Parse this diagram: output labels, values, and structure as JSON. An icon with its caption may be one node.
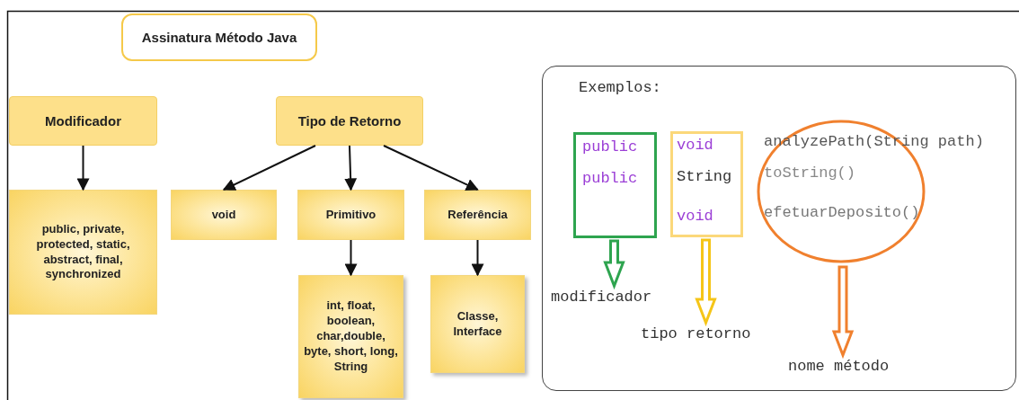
{
  "diagram": {
    "nodes": [
      {
        "text": [
          "Assinatura Método Java"
        ]
      },
      {
        "text": [
          "Modificador"
        ]
      },
      {
        "text": [
          "Tipo de Retorno"
        ]
      },
      {
        "text": [
          "public, private, protected, static, abstract, final, synchronized"
        ]
      },
      {
        "text": [
          "void"
        ]
      },
      {
        "text": [
          "Primitivo"
        ]
      },
      {
        "text": [
          "Referência"
        ]
      },
      {
        "text": [
          "int, float, boolean, char,double, byte, short, long, String"
        ]
      },
      {
        "text": [
          "Classe, Interface"
        ]
      },
      {
        "text": [
          "Exemplos:"
        ]
      },
      {
        "text": [
          "public",
          "public"
        ],
        "in": 9
      },
      {
        "text": [
          "void",
          "String",
          "void"
        ],
        "in": 9
      },
      {
        "text": [
          "analyzePath(String path)",
          "toString()",
          "efetuarDeposito()"
        ],
        "in": 9
      },
      {
        "text": [
          "modificador"
        ],
        "in": 9
      },
      {
        "text": [
          "tipo retorno"
        ],
        "in": 9
      },
      {
        "text": [
          "nome método"
        ],
        "in": 9
      }
    ],
    "edges": [
      {
        "from": 1,
        "to": 3,
        "arrow": "to"
      },
      {
        "from": 2,
        "to": 4,
        "arrow": "to"
      },
      {
        "from": 2,
        "to": 5,
        "arrow": "to"
      },
      {
        "from": 2,
        "to": 6,
        "arrow": "to"
      },
      {
        "from": 5,
        "to": 7,
        "arrow": "to"
      },
      {
        "from": 6,
        "to": 8,
        "arrow": "to"
      },
      {
        "from": 10,
        "to": 13,
        "arrow": "to",
        "style": "thick",
        "color": "#2ea44f"
      },
      {
        "from": 11,
        "to": 14,
        "arrow": "to",
        "style": "thick",
        "color": "#f5c518"
      },
      {
        "from": 12,
        "to": 15,
        "arrow": "to",
        "style": "thick",
        "color": "#f0802e"
      }
    ]
  }
}
